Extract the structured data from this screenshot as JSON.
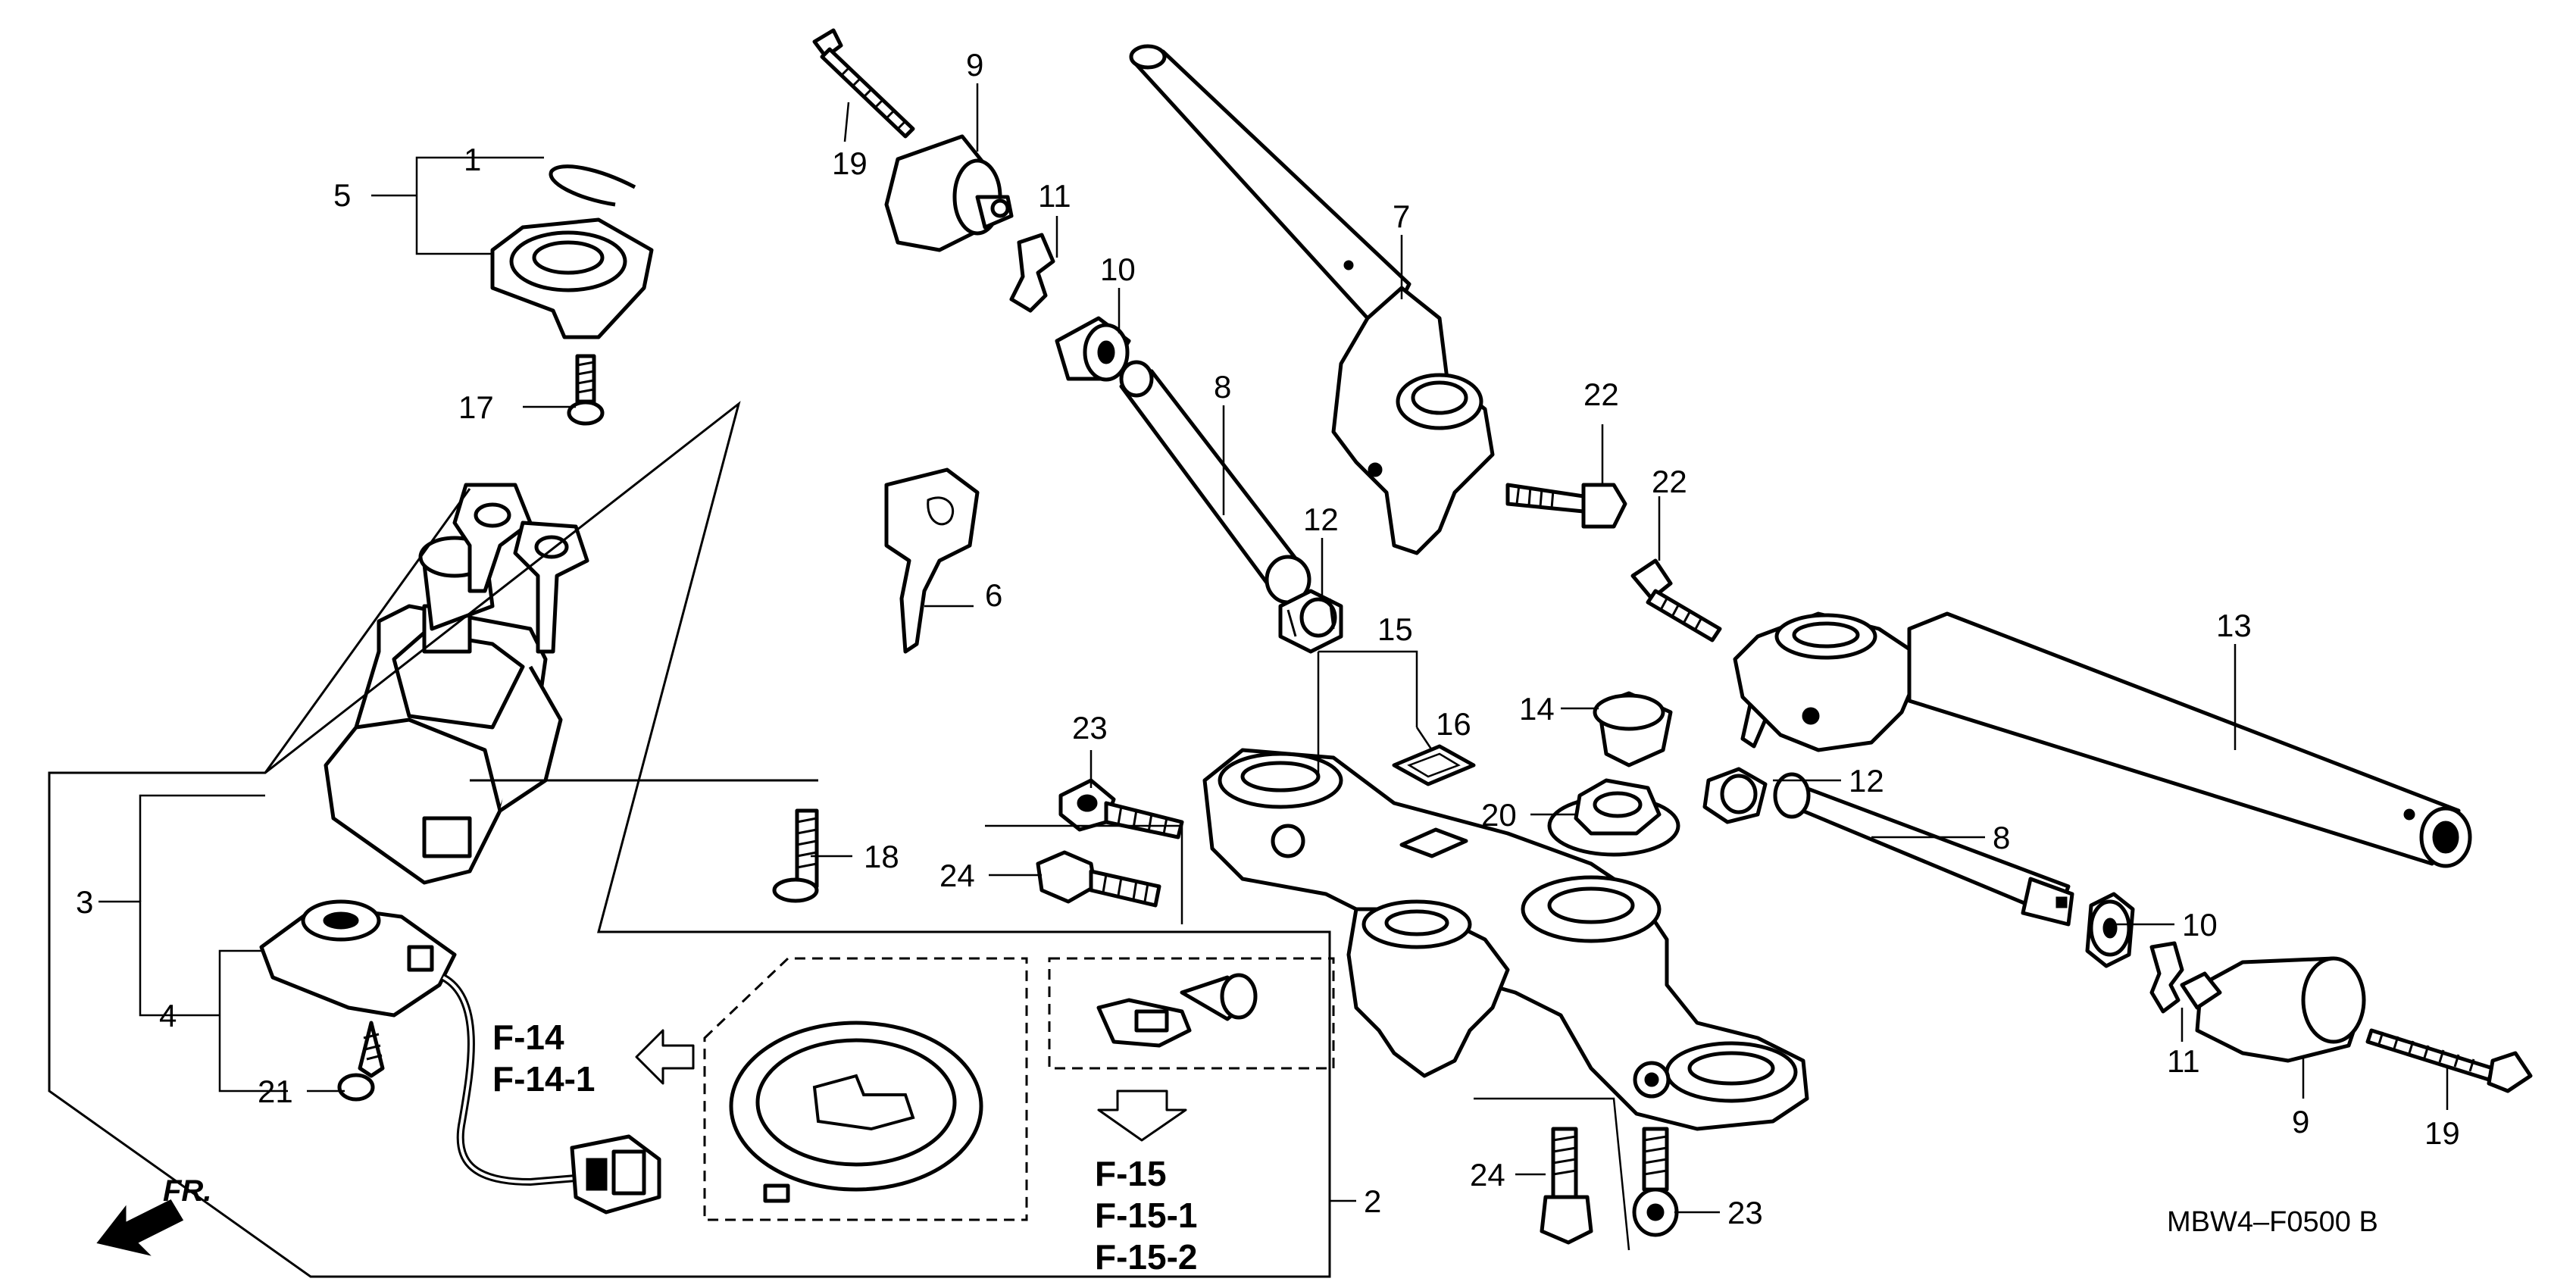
{
  "callouts": [
    "1",
    "2",
    "3",
    "4",
    "5",
    "6",
    "7",
    "8",
    "9",
    "10",
    "11",
    "12",
    "13",
    "14",
    "15",
    "16",
    "17",
    "18",
    "19",
    "20",
    "21",
    "22",
    "23",
    "24"
  ],
  "references": {
    "f14": "F-14",
    "f14_1": "F-14-1",
    "f15": "F-15",
    "f15_1": "F-15-1",
    "f15_2": "F-15-2"
  },
  "front_label": "FR.",
  "diagram_code": "MBW4–F0500 B",
  "icons": [
    "front-arrow-icon",
    "reference-arrow-left-icon",
    "reference-arrow-down-icon"
  ]
}
